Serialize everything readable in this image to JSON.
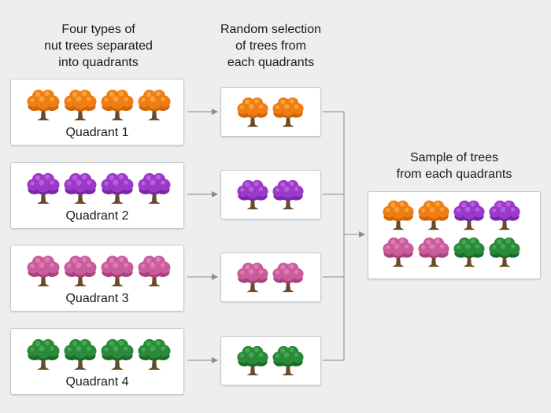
{
  "headers": {
    "left": [
      "Four types of",
      "nut trees separated",
      "into quadrants"
    ],
    "middle": [
      "Random selection",
      "of trees from",
      "each quadrants"
    ],
    "right": [
      "Sample of trees",
      "from each quadrants"
    ]
  },
  "quadrants": [
    {
      "label": "Quadrant 1",
      "color": "orange"
    },
    {
      "label": "Quadrant 2",
      "color": "purple"
    },
    {
      "label": "Quadrant 3",
      "color": "pink"
    },
    {
      "label": "Quadrant 4",
      "color": "green"
    }
  ],
  "sample_rows": [
    [
      "orange",
      "orange",
      "purple",
      "purple"
    ],
    [
      "pink",
      "pink",
      "green",
      "green"
    ]
  ],
  "palette": {
    "orange": {
      "main": "#ef7d12",
      "light": "#f8a13d",
      "dark": "#d06509"
    },
    "purple": {
      "main": "#9b39c9",
      "light": "#b85ee0",
      "dark": "#7b25a8"
    },
    "pink": {
      "main": "#c95c9a",
      "light": "#df7cb5",
      "dark": "#a8437c"
    },
    "green": {
      "main": "#2a8a3a",
      "light": "#43a94f",
      "dark": "#1b6b2a"
    },
    "trunk": "#6b4a2a"
  }
}
